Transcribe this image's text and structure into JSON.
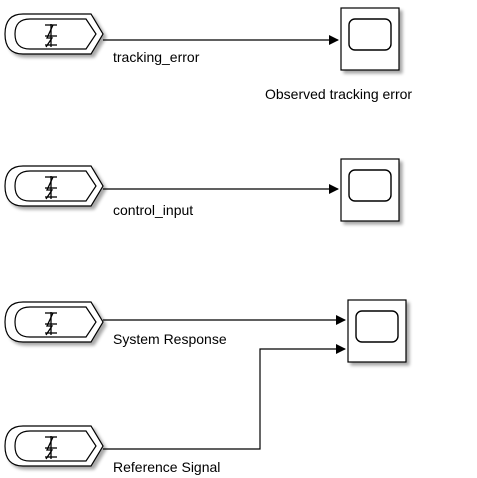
{
  "model": {
    "from_blocks": [
      {
        "icon": "from-workspace-icon"
      },
      {
        "icon": "from-workspace-icon"
      },
      {
        "icon": "from-workspace-icon"
      },
      {
        "icon": "from-workspace-icon"
      }
    ],
    "scopes": [
      {
        "name": "Observed tracking error",
        "icon": "scope-icon"
      },
      {
        "name": "",
        "icon": "scope-icon"
      },
      {
        "name": "",
        "icon": "scope-icon"
      }
    ],
    "signals": [
      {
        "label": "tracking_error"
      },
      {
        "label": "control_input"
      },
      {
        "label": "System Response"
      },
      {
        "label": "Reference Signal"
      }
    ]
  }
}
